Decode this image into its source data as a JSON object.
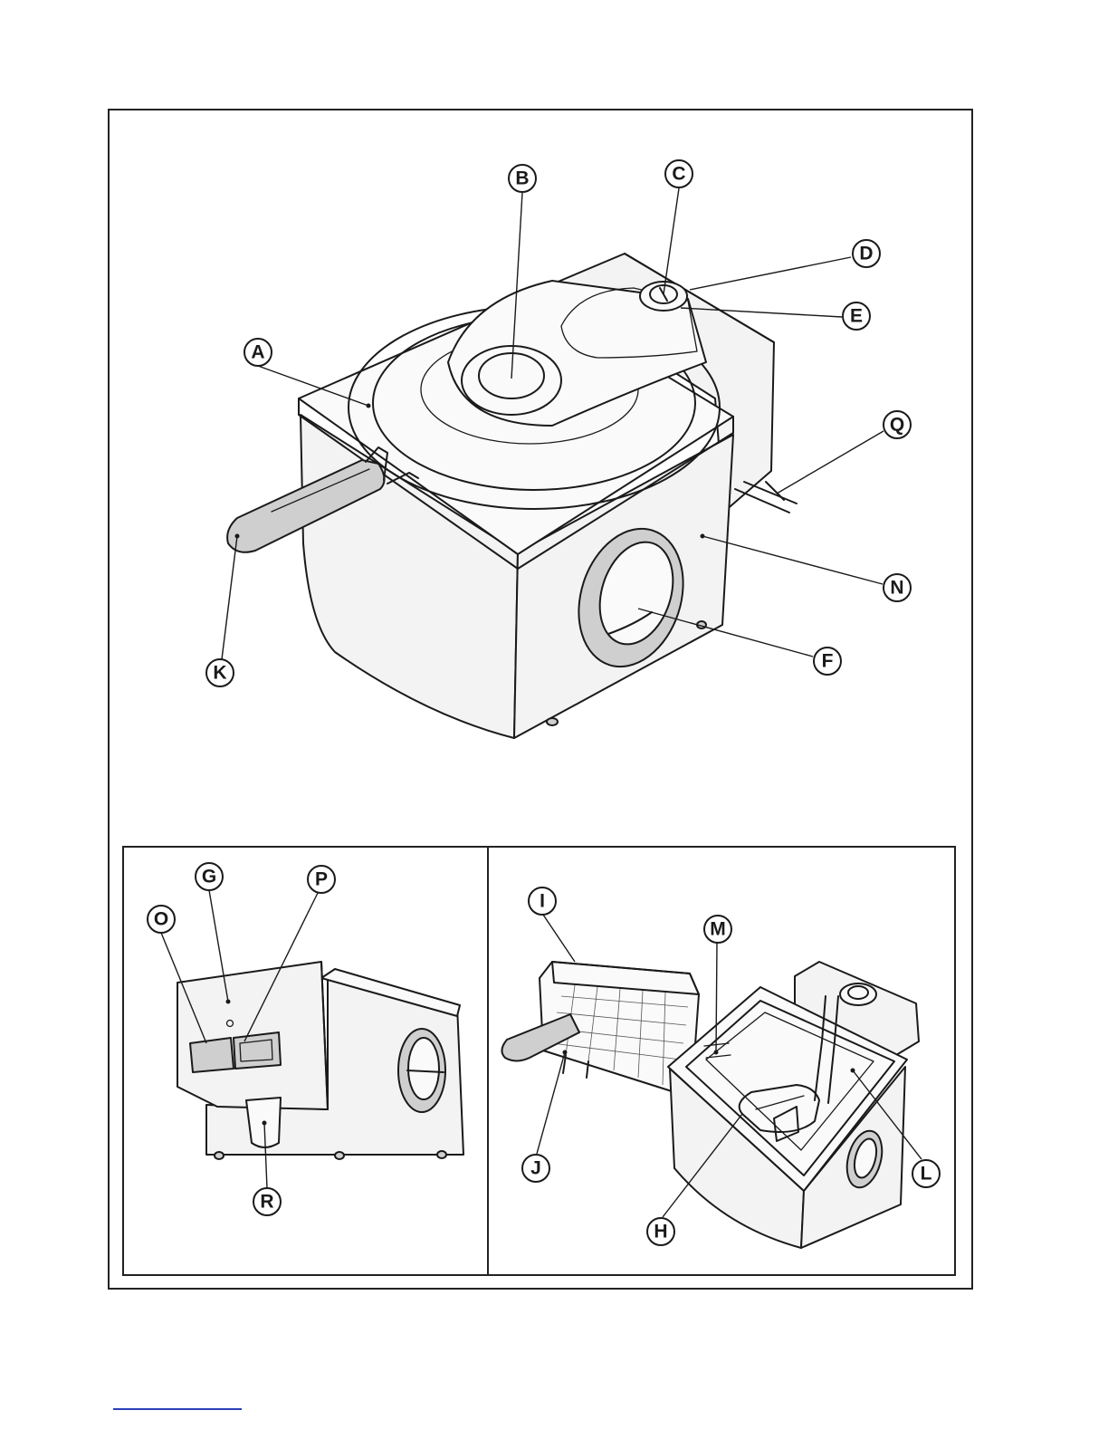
{
  "diagram": {
    "callouts": {
      "A": "A",
      "B": "B",
      "C": "C",
      "D": "D",
      "E": "E",
      "F": "F",
      "G": "G",
      "H": "H",
      "I": "I",
      "J": "J",
      "K": "K",
      "L": "L",
      "M": "M",
      "N": "N",
      "O": "O",
      "P": "P",
      "Q": "Q",
      "R": "R"
    }
  },
  "colors": {
    "line": "#1a1a1a",
    "body": "#f3f3f3",
    "link_underline": "#2a3fb8"
  }
}
